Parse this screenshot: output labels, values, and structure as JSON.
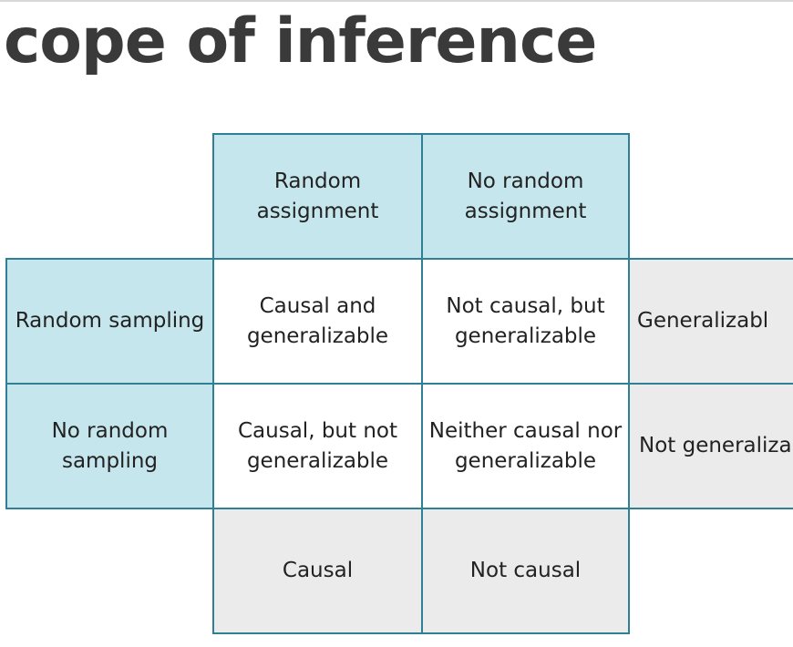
{
  "title": "cope of inference",
  "columns": {
    "random_assignment": "Random\nassignment",
    "no_random_assignment": "No random\nassignment"
  },
  "rows": {
    "random_sampling": "Random sampling",
    "no_random_sampling": "No random\nsampling"
  },
  "cells": {
    "rs_ra": "Causal and\ngeneralizable",
    "rs_nra": "Not causal, but\ngeneralizable",
    "nrs_ra": "Causal, but not\ngeneralizable",
    "nrs_nra": "Neither causal nor\ngeneralizable"
  },
  "row_summaries": {
    "random_sampling": "Generalizabl",
    "no_random_sampling": "Not generaliza"
  },
  "column_summaries": {
    "random_assignment": "Causal",
    "no_random_assignment": "Not causal"
  },
  "colors": {
    "header_fill": "#c5e6ec",
    "summary_fill": "#ebebeb",
    "border": "#2f7f95"
  }
}
